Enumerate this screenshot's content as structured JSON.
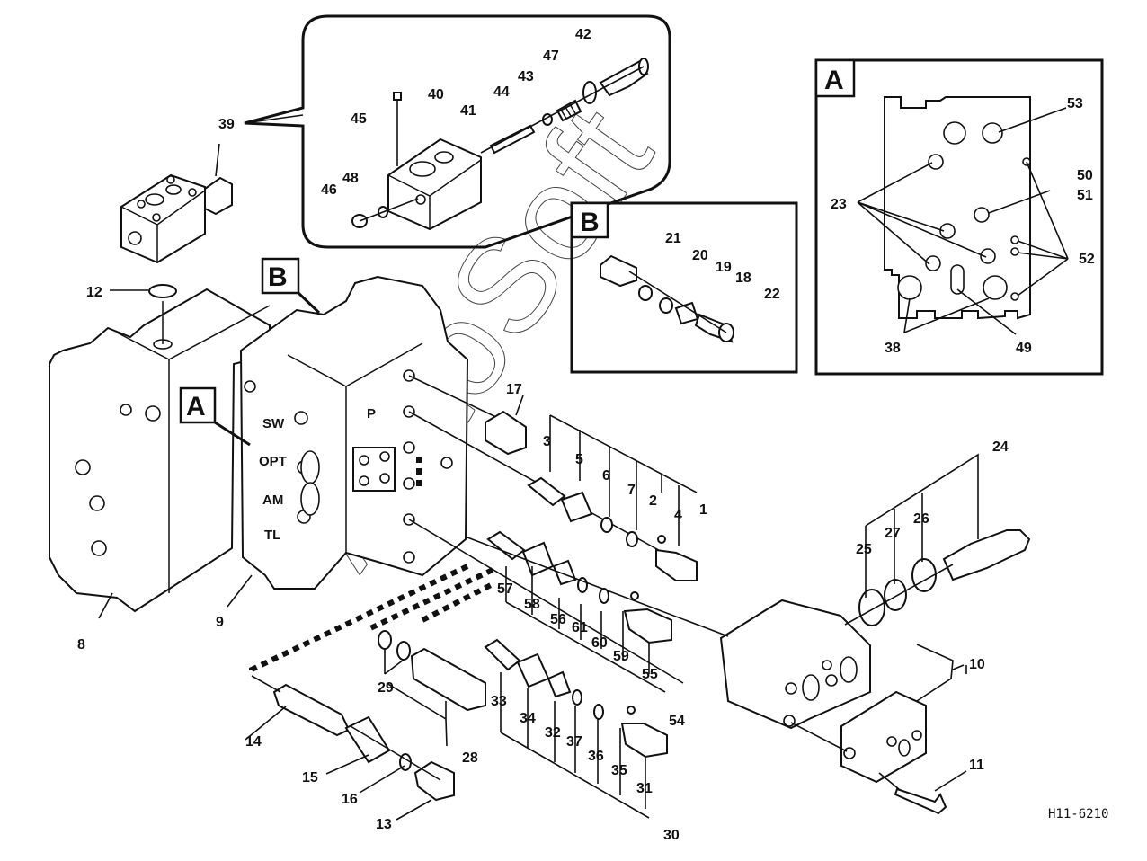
{
  "diagram": {
    "type": "exploded-parts-view",
    "drawing_code": "H11-6210",
    "watermark": "AutoSoft",
    "port_markings": [
      "SW",
      "OPT",
      "AM",
      "TL",
      "P"
    ],
    "insets": {
      "A": {
        "tag": "A",
        "labels": [
          "23",
          "38",
          "49",
          "50",
          "51",
          "52",
          "53"
        ]
      },
      "B": {
        "tag": "B",
        "labels": [
          "18",
          "19",
          "20",
          "21",
          "22"
        ]
      },
      "detail_39": {
        "labels": [
          "40",
          "41",
          "42",
          "43",
          "44",
          "45",
          "46",
          "47",
          "48"
        ]
      }
    },
    "callout_tags": {
      "A": "A",
      "B": "B"
    },
    "part_labels": {
      "p1": "1",
      "p2": "2",
      "p3": "3",
      "p4": "4",
      "p5": "5",
      "p6": "6",
      "p7": "7",
      "p8": "8",
      "p9": "9",
      "p10": "10",
      "p11": "11",
      "p12": "12",
      "p13": "13",
      "p14": "14",
      "p15": "15",
      "p16": "16",
      "p17": "17",
      "p18": "18",
      "p19": "19",
      "p20": "20",
      "p21": "21",
      "p22": "22",
      "p23": "23",
      "p24": "24",
      "p25": "25",
      "p26": "26",
      "p27": "27",
      "p28": "28",
      "p29": "29",
      "p30": "30",
      "p31": "31",
      "p32": "32",
      "p33": "33",
      "p34": "34",
      "p35": "35",
      "p36": "36",
      "p37": "37",
      "p38": "38",
      "p39": "39",
      "p40": "40",
      "p41": "41",
      "p42": "42",
      "p43": "43",
      "p44": "44",
      "p45": "45",
      "p46": "46",
      "p47": "47",
      "p48": "48",
      "p49": "49",
      "p50": "50",
      "p51": "51",
      "p52": "52",
      "p53": "53",
      "p54": "54",
      "p55": "55",
      "p56": "56",
      "p57": "57",
      "p58": "58",
      "p59": "59",
      "p60": "60",
      "p61": "61"
    }
  }
}
